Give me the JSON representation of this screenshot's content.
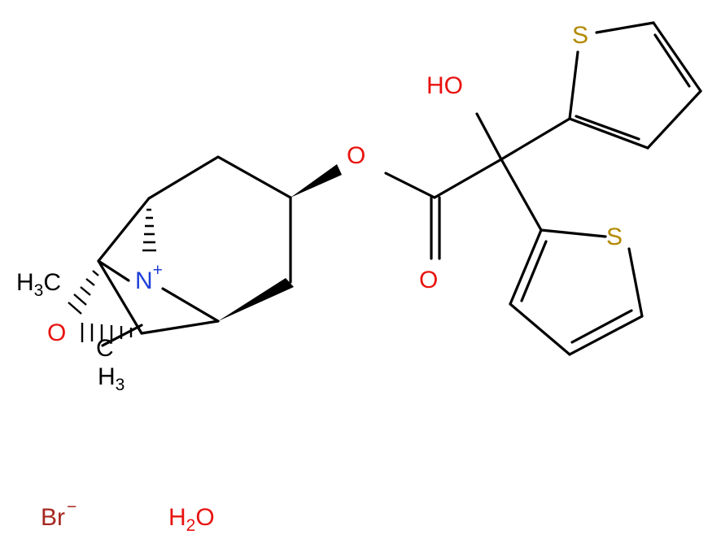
{
  "molecule": {
    "colors": {
      "bond": "#000000",
      "oxygen": "#e8130f",
      "nitrogen": "#1f3fd6",
      "sulfur": "#b38a00",
      "bromine": "#a5281f"
    },
    "atoms": {
      "hydroxyl": {
        "main": "HO"
      },
      "ester_oxygen": {
        "main": "O"
      },
      "carbonyl_oxygen": {
        "main": "O"
      },
      "sulfur_top": {
        "main": "S"
      },
      "sulfur_bottom": {
        "main": "S"
      },
      "ammonium": {
        "main": "N",
        "charge": "+"
      },
      "epoxide_oxygen": {
        "main": "O"
      },
      "methyl_left": {
        "main": "H",
        "sub": "3",
        "tail": "C"
      },
      "methyl_lower": {
        "main": "C",
        "line2": "H",
        "sub": "3"
      }
    },
    "counterion": {
      "main": "Br",
      "charge": "−"
    },
    "solvate": {
      "main": "H",
      "sub": "2",
      "tail": "O"
    }
  }
}
